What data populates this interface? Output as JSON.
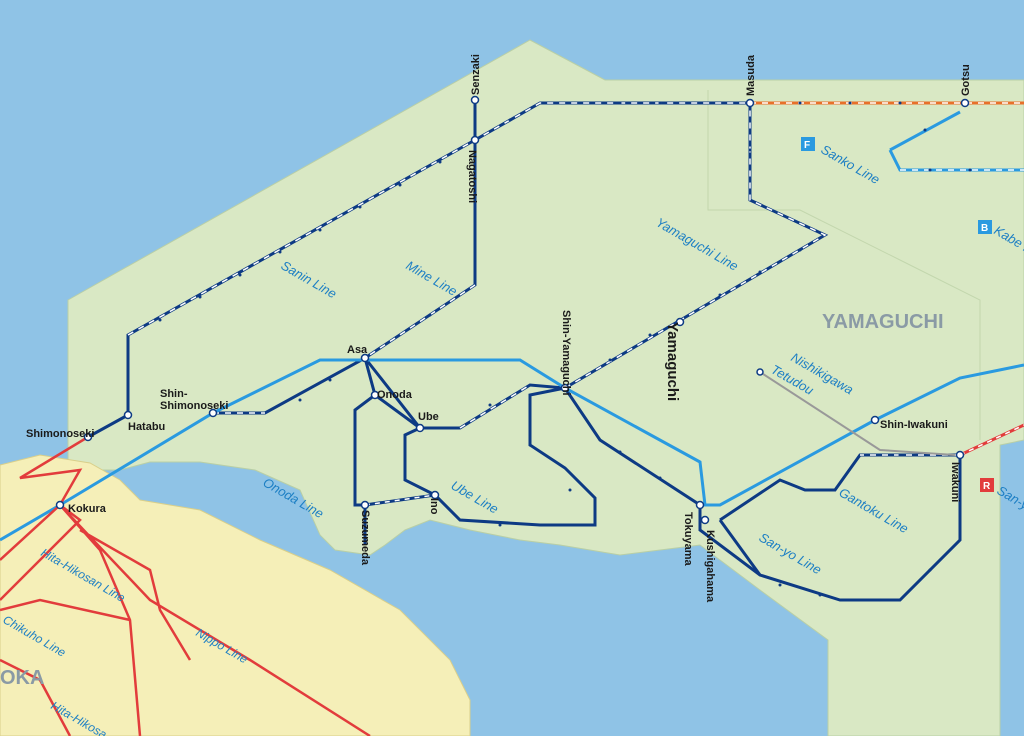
{
  "colors": {
    "sea": "#8fc3e6",
    "yamaguchi_land": "#d9e8c4",
    "fukuoka_land": "#f5efb8",
    "dark_line": "#0d3a84",
    "light_line": "#2a9ae0",
    "red_line": "#e23c3c",
    "orange_line": "#e8702a",
    "gray_line": "#999999"
  },
  "regions": {
    "yamaguchi": "YAMAGUCHI",
    "fukuoka": "OKA"
  },
  "lines": {
    "sanin": "Sanin Line",
    "mine": "Mine Line",
    "yamaguchi": "Yamaguchi Line",
    "onoda": "Onoda Line",
    "ube": "Ube Line",
    "sanyo": "San-yo Line",
    "gantoku": "Gantoku Line",
    "nishikigawa": "Nishikigawa",
    "nishikigawa2": "Tetudou",
    "sanko": "Sanko Line",
    "kabe": "Kabe L",
    "sanyo_r": "San-y",
    "hita_hikosan": "Hita-Hikosan Line",
    "hita_hikosan2": "Hita-Hikosa",
    "chikuho": "Chikuho Line",
    "nippo": "Nippo Line"
  },
  "badges": {
    "sanko": "F",
    "kabe": "B",
    "sanyo_r": "R"
  },
  "stations": {
    "senzaki": "Senzaki",
    "nagatoshi": "Nagatoshi",
    "masuda": "Masuda",
    "gotsu": "Gotsu",
    "shimonoseki": "Shimonoseki",
    "hatabu": "Hatabu",
    "shin_shimonoseki_1": "Shin-",
    "shin_shimonoseki_2": "Shimonoseki",
    "asa": "Asa",
    "onoda": "Onoda",
    "ube": "Ube",
    "shin_yamaguchi": "Shin-Yamaguchi",
    "yamaguchi": "Yamaguchi",
    "shin_iwakuni": "Shin-Iwakuni",
    "iwakuni": "Iwakuni",
    "tokuyama": "Tokuyama",
    "kushigahama": "Kushigahama",
    "suzumeda": "Suzumeda",
    "ino": "Ino",
    "kokura": "Kokura"
  }
}
